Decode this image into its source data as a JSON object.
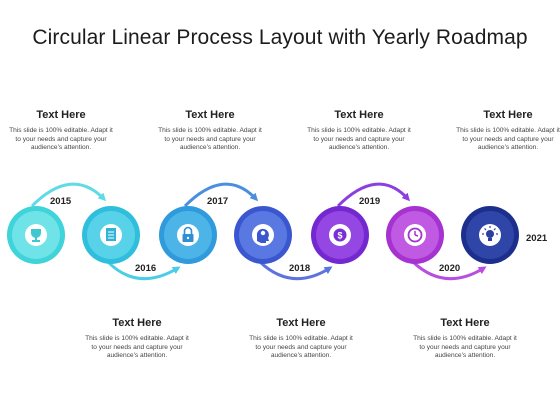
{
  "title": "Circular Linear Process Layout with Yearly Roadmap",
  "top_blocks": [
    {
      "heading": "Text Here",
      "body": "This slide is 100% editable. Adapt it to your needs and capture your audience’s attention."
    },
    {
      "heading": "Text Here",
      "body": "This slide is 100% editable. Adapt it to your needs and capture your audience’s attention."
    },
    {
      "heading": "Text Here",
      "body": "This slide is 100% editable. Adapt it to your needs and capture your audience’s attention."
    },
    {
      "heading": "Text Here",
      "body": "This slide is 100% editable. Adapt it to your needs and capture your audience’s attention."
    }
  ],
  "bottom_blocks": [
    {
      "heading": "Text Here",
      "body": "This slide is 100% editable. Adapt it to your needs and capture your audience’s attention."
    },
    {
      "heading": "Text Here",
      "body": "This slide is 100% editable. Adapt it to your needs and capture your audience’s attention."
    },
    {
      "heading": "Text Here",
      "body": "This slide is 100% editable. Adapt it to your needs and capture your audience’s attention."
    }
  ],
  "years": [
    "2015",
    "2016",
    "2017",
    "2018",
    "2019",
    "2020",
    "2021"
  ],
  "nodes": [
    {
      "icon": "trophy-icon",
      "color": "#4fd8de"
    },
    {
      "icon": "document-icon",
      "color": "#3cc3e0"
    },
    {
      "icon": "lock-icon",
      "color": "#3aa2df"
    },
    {
      "icon": "brain-gear-icon",
      "color": "#3f63d6"
    },
    {
      "icon": "dollar-coin-icon",
      "color": "#7b33d8"
    },
    {
      "icon": "clock-icon",
      "color": "#b13ed8"
    },
    {
      "icon": "lightbulb-icon",
      "color": "#223a9a"
    }
  ]
}
